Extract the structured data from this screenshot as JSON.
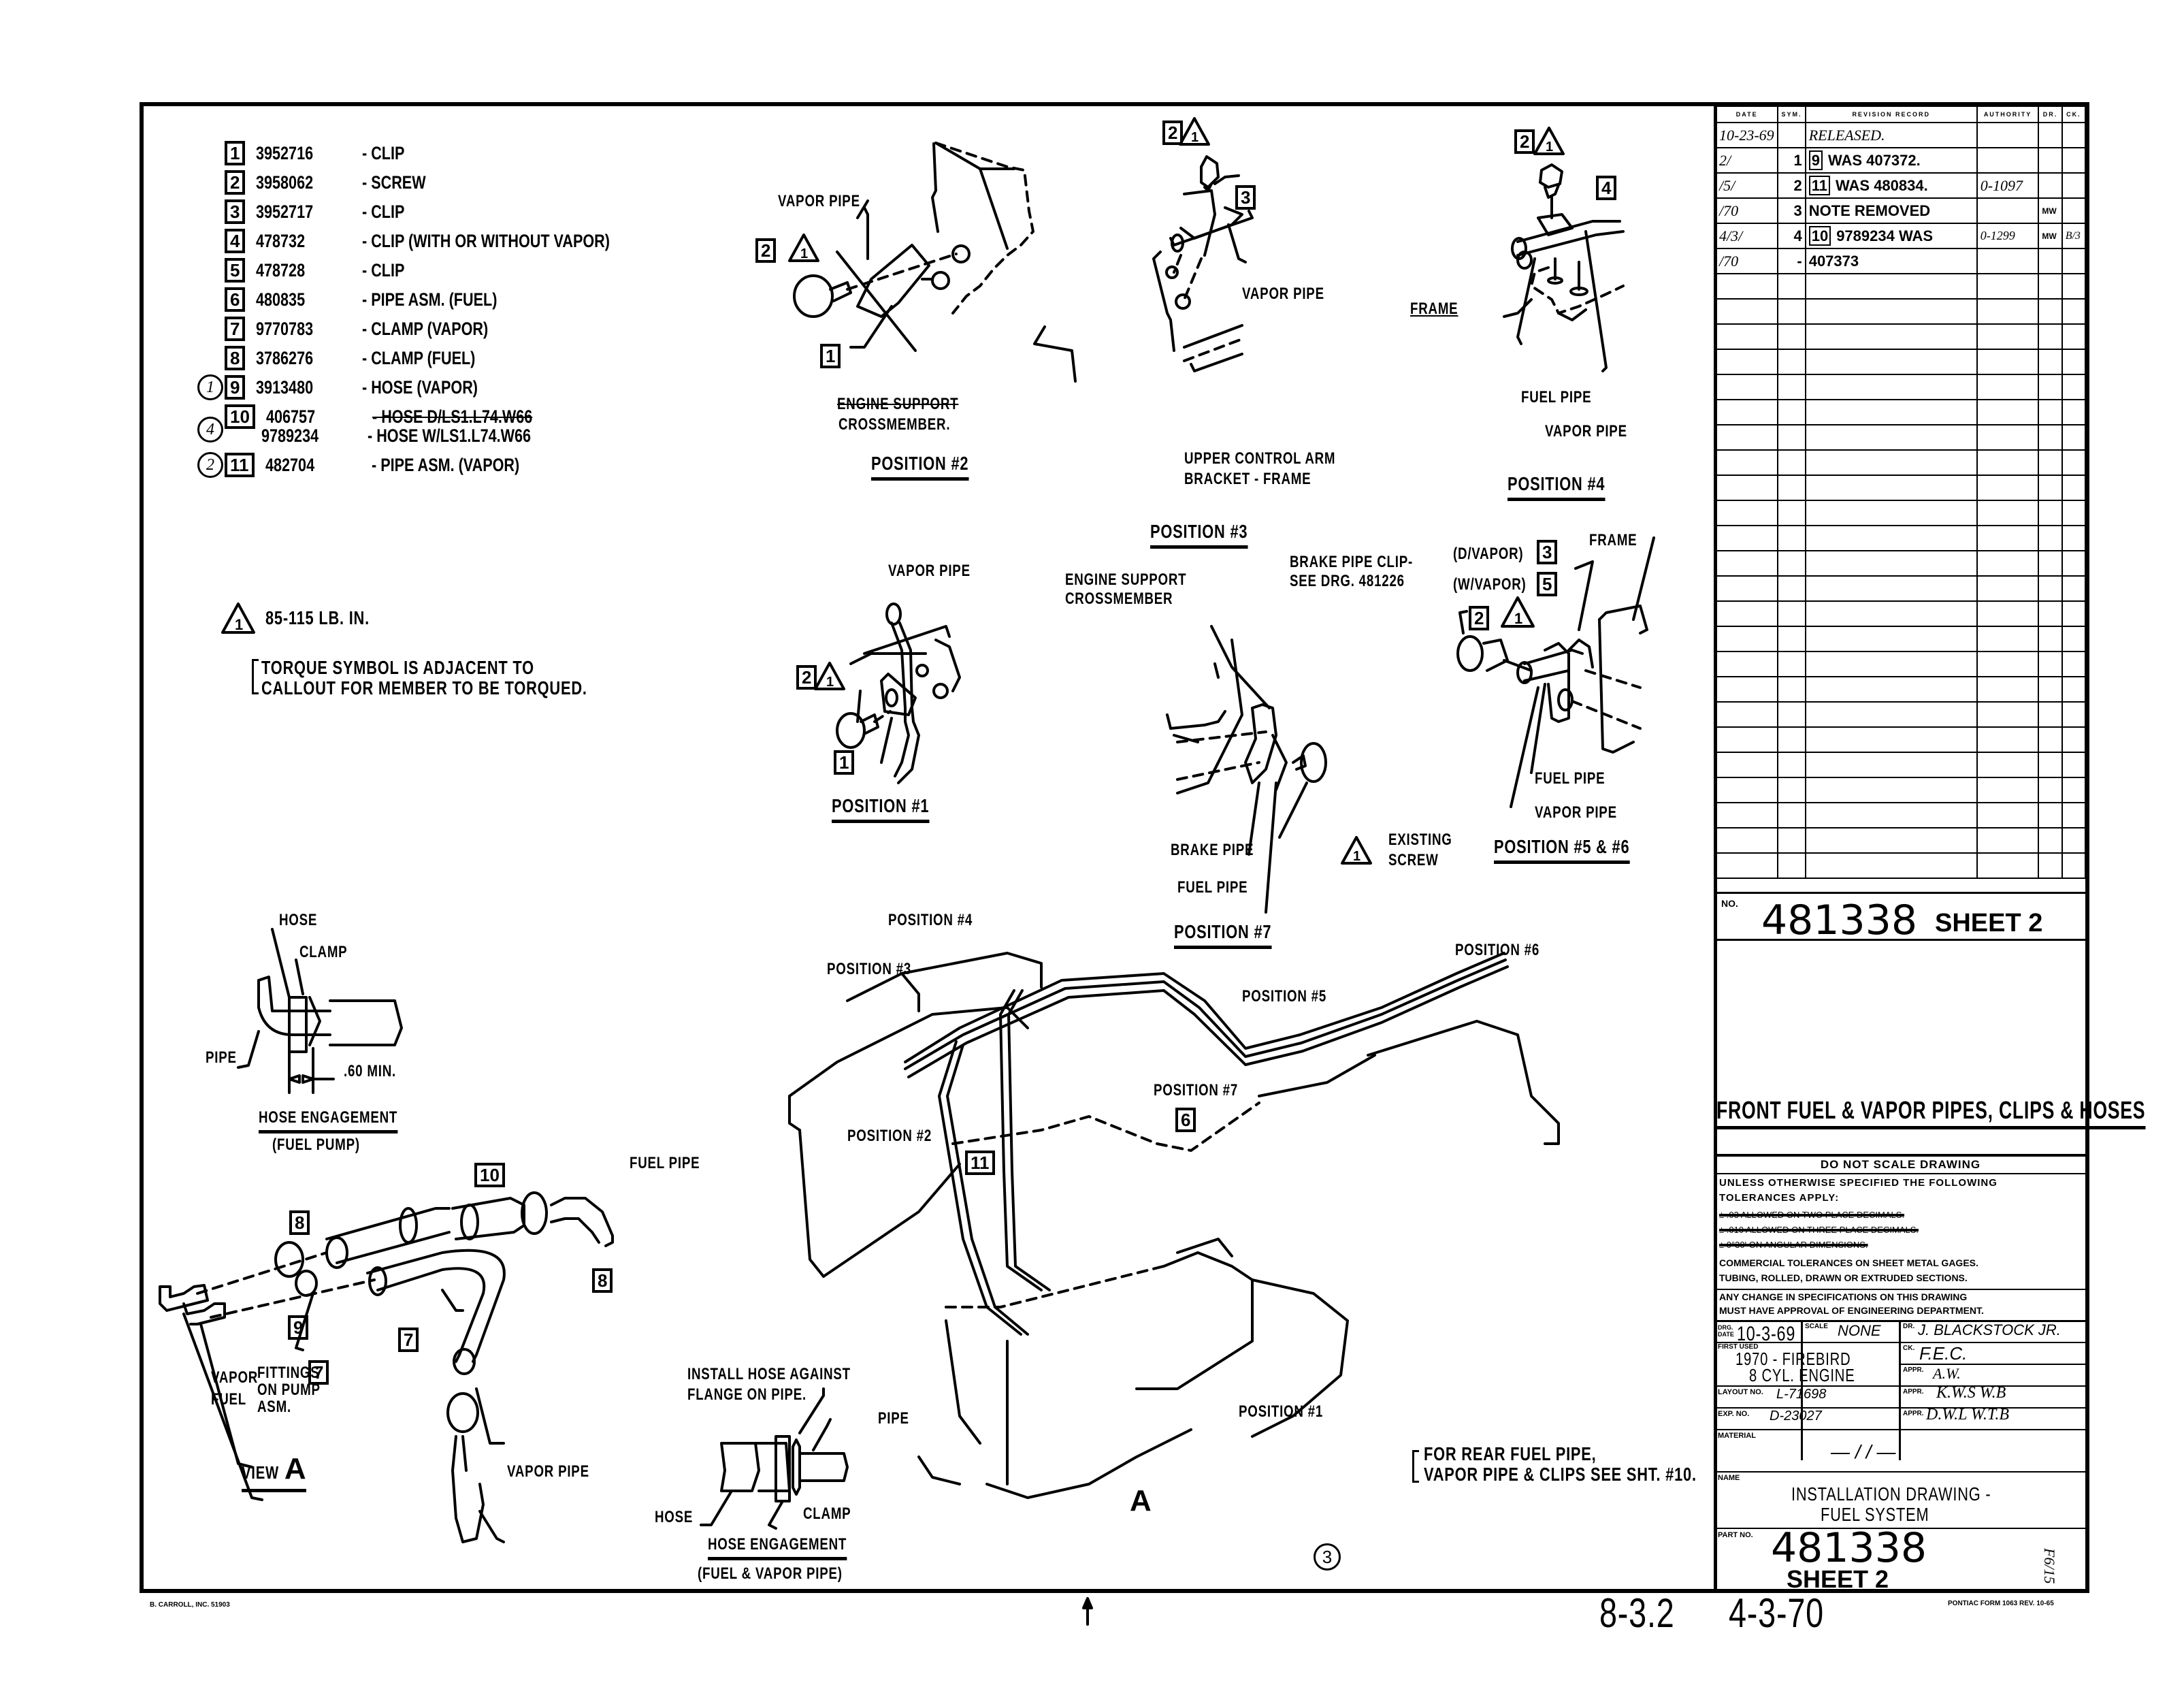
{
  "drawing_number": "481338",
  "sheet_label": "SHEET 2",
  "title": "FRONT FUEL & VAPOR PIPES, CLIPS & HOSES",
  "parts_list": [
    {
      "item": "1",
      "part_no": "3952716",
      "description": "- CLIP",
      "rev_mark": ""
    },
    {
      "item": "2",
      "part_no": "3958062",
      "description": "- SCREW",
      "rev_mark": ""
    },
    {
      "item": "3",
      "part_no": "3952717",
      "description": "- CLIP",
      "rev_mark": ""
    },
    {
      "item": "4",
      "part_no": "478732",
      "description": "- CLIP  (WITH OR WITHOUT VAPOR)",
      "rev_mark": ""
    },
    {
      "item": "5",
      "part_no": "478728",
      "description": "- CLIP",
      "rev_mark": ""
    },
    {
      "item": "6",
      "part_no": "480835",
      "description": "- PIPE ASM. (FUEL)",
      "rev_mark": ""
    },
    {
      "item": "7",
      "part_no": "9770783",
      "description": "- CLAMP (VAPOR)",
      "rev_mark": ""
    },
    {
      "item": "8",
      "part_no": "3786276",
      "description": "- CLAMP (FUEL)",
      "rev_mark": ""
    },
    {
      "item": "9",
      "part_no": "3913480",
      "description": "- HOSE (VAPOR)",
      "rev_mark": "1"
    },
    {
      "item": "10",
      "part_no": "406757",
      "description": "- HOSE  D/LS1.L74.W66",
      "rev_mark": "4",
      "second_part_no": "9789234",
      "second_description": "- HOSE  W/LS1.L74.W66"
    },
    {
      "item": "11",
      "part_no": "482704",
      "description": "- PIPE ASM. (VAPOR)",
      "rev_mark": "2"
    }
  ],
  "notes": {
    "torque_symbol_value": "1",
    "torque_spec": "85-115 LB. IN.",
    "torque_note_line1": "TORQUE SYMBOL IS ADJACENT TO",
    "torque_note_line2": "CALLOUT FOR MEMBER TO BE TORQUED.",
    "rear_pipe_note_line1": "FOR REAR FUEL PIPE,",
    "rear_pipe_note_line2": "VAPOR PIPE & CLIPS SEE SHT. #10."
  },
  "views": {
    "position_2": {
      "title": "POSITION #2",
      "labels": [
        "VAPOR PIPE",
        "ENGINE SUPPORT",
        "CROSSMEMBER."
      ],
      "callouts": [
        "2",
        "1",
        "1"
      ]
    },
    "position_3": {
      "title": "POSITION #3",
      "labels": [
        "VAPOR PIPE",
        "UPPER CONTROL ARM",
        "BRACKET - FRAME"
      ],
      "callouts": [
        "2",
        "1",
        "3"
      ]
    },
    "position_4": {
      "title": "POSITION #4",
      "labels": [
        "FRAME",
        "FUEL PIPE",
        "VAPOR PIPE"
      ],
      "callouts": [
        "2",
        "1",
        "4"
      ]
    },
    "position_1": {
      "title": "POSITION #1",
      "labels": [
        "VAPOR PIPE",
        "ENGINE SUPPORT",
        "CROSSMEMBER"
      ],
      "callouts": [
        "2",
        "1",
        "1"
      ]
    },
    "position_7": {
      "title": "POSITION #7",
      "labels": [
        "BRAKE PIPE CLIP-",
        "SEE DRG. 481226",
        "BRAKE PIPE",
        "FUEL PIPE",
        "EXISTING",
        "SCREW"
      ],
      "callouts": [
        "1"
      ]
    },
    "position_5_6": {
      "title": "POSITION #5 & #6",
      "labels": [
        "(D/VAPOR)",
        "(W/VAPOR)",
        "FRAME",
        "FUEL PIPE",
        "VAPOR PIPE"
      ],
      "callouts": [
        "3",
        "5",
        "2",
        "1"
      ]
    },
    "hose_engagement_pump": {
      "title": "HOSE ENGAGEMENT",
      "subtitle": "(FUEL PUMP)",
      "labels": [
        "HOSE",
        "CLAMP",
        "PIPE",
        ".60 MIN."
      ]
    },
    "view_a": {
      "title_prefix": "VIEW",
      "title_letter": "A",
      "labels": [
        "FUEL PIPE",
        "VAPOR",
        "FUEL",
        "FITTINGS",
        "ON PUMP",
        "ASM.",
        "VAPOR PIPE"
      ],
      "callouts": [
        "10",
        "8",
        "8",
        "9",
        "7",
        "7"
      ]
    },
    "hose_engagement_pipe": {
      "title": "HOSE ENGAGEMENT",
      "subtitle": "(FUEL & VAPOR PIPE)",
      "labels": [
        "INSTALL HOSE AGAINST",
        "FLANGE ON PIPE.",
        "PIPE",
        "HOSE",
        "CLAMP"
      ]
    },
    "assembly": {
      "labels": [
        "POSITION #4",
        "POSITION #3",
        "POSITION #2",
        "POSITION #5",
        "POSITION #6",
        "POSITION #7",
        "POSITION #1",
        "A"
      ],
      "callouts": [
        "6",
        "11"
      ]
    }
  },
  "revision_table": {
    "headers": [
      "DATE",
      "SYM.",
      "REVISION RECORD",
      "AUTHORITY",
      "DR.",
      "CK."
    ],
    "rows": [
      {
        "date": "10-23-69",
        "sym": "",
        "record": "RELEASED.",
        "authority": "",
        "dr": "",
        "ck": ""
      },
      {
        "date": "2/",
        "sym": "1",
        "record_box": "9",
        "record": "WAS 407372.",
        "authority": "",
        "dr": "",
        "ck": ""
      },
      {
        "date": "/5/",
        "sym": "2",
        "record_box": "11",
        "record": "WAS 480834.",
        "authority": "0-1097",
        "dr": "",
        "ck": ""
      },
      {
        "date": "/70",
        "sym": "3",
        "record": "NOTE REMOVED",
        "authority": "",
        "dr": "MW",
        "ck": ""
      },
      {
        "date": "4/3/",
        "sym": "4",
        "record_box": "10",
        "record": "9789234  WAS",
        "authority": "0-1299",
        "dr": "MW",
        "ck": "B/3"
      },
      {
        "date": "/70",
        "sym": "-",
        "record": "407373",
        "authority": "",
        "dr": "",
        "ck": ""
      }
    ],
    "empty_rows": 24
  },
  "title_block": {
    "no_label": "NO.",
    "do_not_scale": "DO NOT SCALE DRAWING",
    "tolerance_line1": "UNLESS OTHERWISE SPECIFIED THE FOLLOWING",
    "tolerance_line2": "TOLERANCES APPLY:",
    "struck_line1": "± .03 ALLOWED ON TWO PLACE DECIMALS.",
    "struck_line2": "± .010 ALLOWED ON THREE PLACE DECIMALS.",
    "struck_line3": "± 0°30' ON ANGULAR DIMENSIONS.",
    "commercial_line1": "COMMERCIAL TOLERANCES ON SHEET METAL GAGES.",
    "commercial_line2": "TUBING, ROLLED, DRAWN OR EXTRUDED SECTIONS.",
    "approval_line1": "ANY CHANGE IN SPECIFICATIONS ON THIS DRAWING",
    "approval_line2": "MUST HAVE APPROVAL OF ENGINEERING DEPARTMENT.",
    "drg_date_label": "DRG. DATE",
    "drg_date": "10-3-69",
    "scale_label": "SCALE",
    "scale": "NONE",
    "dr_label": "DR.",
    "drawn_by": "J. BLACKSTOCK  JR.",
    "first_used_label": "FIRST USED",
    "first_used_line1": "1970 - FIREBIRD",
    "first_used_line2": "8 CYL. ENGINE",
    "ck_label": "CK.",
    "checked_by": "F.E.C.",
    "appr_label": "APPR.",
    "appr1": "A.W.",
    "appr2": "K.W.S  W.B",
    "appr3": "D.W.L  W.T.B",
    "layout_no_label": "LAYOUT NO.",
    "layout_no": "L-71698",
    "exp_no_label": "EXP. NO.",
    "exp_no": "D-23027",
    "material_label": "MATERIAL",
    "material": "—//—",
    "name_label": "NAME",
    "name_line1": "INSTALLATION DRAWING -",
    "name_line2": "FUEL SYSTEM",
    "part_no_label": "PART NO.",
    "part_no": "481338",
    "part_sheet": "SHEET  2",
    "margin_mark": "F6/15"
  },
  "footer": {
    "printer": "B. CARROLL, INC. 51903",
    "form": "PONTIAC FORM 1063 REV. 10-65",
    "section": "8-3.2",
    "date_stamp": "4-3-70",
    "circled_number": "3"
  }
}
